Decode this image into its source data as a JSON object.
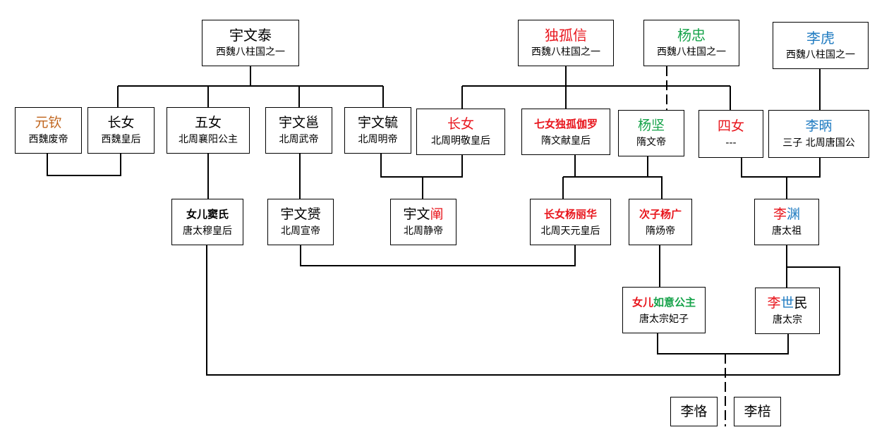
{
  "colors": {
    "black": "#000000",
    "red": "#e8161d",
    "green": "#16a34a",
    "blue": "#1f7bc1",
    "brown": "#c0641c"
  },
  "nodes": {
    "yuwentai": {
      "name": [
        {
          "t": "宇文泰",
          "c": "black"
        }
      ],
      "title": "西魏八柱国之一"
    },
    "duguxin": {
      "name": [
        {
          "t": "独孤信",
          "c": "red"
        }
      ],
      "title": "西魏八柱国之一"
    },
    "yangzhong": {
      "name": [
        {
          "t": "杨忠",
          "c": "green"
        }
      ],
      "title": "西魏八柱国之一"
    },
    "lihu": {
      "name": [
        {
          "t": "李虎",
          "c": "blue"
        }
      ],
      "title": "西魏八柱国之一"
    },
    "yuanqin": {
      "name": [
        {
          "t": "元钦",
          "c": "brown"
        }
      ],
      "title": "西魏废帝"
    },
    "changnv_wei": {
      "name": [
        {
          "t": "长女",
          "c": "black"
        }
      ],
      "title": "西魏皇后"
    },
    "wunv": {
      "name": [
        {
          "t": "五女",
          "c": "black"
        }
      ],
      "title": "北周襄阳公主"
    },
    "yuwenyong": {
      "name": [
        {
          "t": "宇文邕",
          "c": "black"
        }
      ],
      "title": "北周武帝"
    },
    "yuwenyu": {
      "name": [
        {
          "t": "宇文毓",
          "c": "black"
        }
      ],
      "title": "北周明帝"
    },
    "changnv_dugu": {
      "name": [
        {
          "t": "长女",
          "c": "red"
        }
      ],
      "title": "北周明敬皇后"
    },
    "qinv": {
      "name": [
        {
          "t": "七女独孤伽罗",
          "c": "red"
        }
      ],
      "title": "隋文献皇后"
    },
    "yangjian": {
      "name": [
        {
          "t": "杨坚",
          "c": "green"
        }
      ],
      "title": "隋文帝"
    },
    "sinv": {
      "name": [
        {
          "t": "四女",
          "c": "red"
        }
      ],
      "title": "---"
    },
    "libing": {
      "name": [
        {
          "t": "李昞",
          "c": "blue"
        }
      ],
      "title": "三子  北周唐国公"
    },
    "doushi": {
      "name": [
        {
          "t": "女儿窦氏",
          "c": "black"
        }
      ],
      "title": "唐太穆皇后"
    },
    "yuwenyun": {
      "name": [
        {
          "t": "宇文赟",
          "c": "black"
        }
      ],
      "title": "北周宣帝"
    },
    "yuwenchan": {
      "name": [
        {
          "t": "宇文",
          "c": "black"
        },
        {
          "t": "阐",
          "c": "red"
        }
      ],
      "title": "北周静帝"
    },
    "yanglihua": {
      "name": [
        {
          "t": "长女杨丽华",
          "c": "red"
        }
      ],
      "title": "北周天元皇后"
    },
    "yangguang": {
      "name": [
        {
          "t": "次子杨广",
          "c": "red"
        }
      ],
      "title": "隋炀帝"
    },
    "liyuan": {
      "name": [
        {
          "t": "李",
          "c": "red"
        },
        {
          "t": "渊",
          "c": "blue"
        }
      ],
      "title": "唐太祖"
    },
    "ruyi": {
      "name": [
        {
          "t": "女儿",
          "c": "red"
        },
        {
          "t": "如意公主",
          "c": "green"
        }
      ],
      "title": "唐太宗妃子"
    },
    "lishimin": {
      "name": [
        {
          "t": "李",
          "c": "red"
        },
        {
          "t": "世",
          "c": "blue"
        },
        {
          "t": "民",
          "c": "black"
        }
      ],
      "title": "唐太宗"
    },
    "lige": {
      "name": [
        {
          "t": "李恪",
          "c": "black"
        }
      ],
      "title": ""
    },
    "lipei": {
      "name": [
        {
          "t": "李棓",
          "c": "black"
        }
      ],
      "title": ""
    }
  }
}
